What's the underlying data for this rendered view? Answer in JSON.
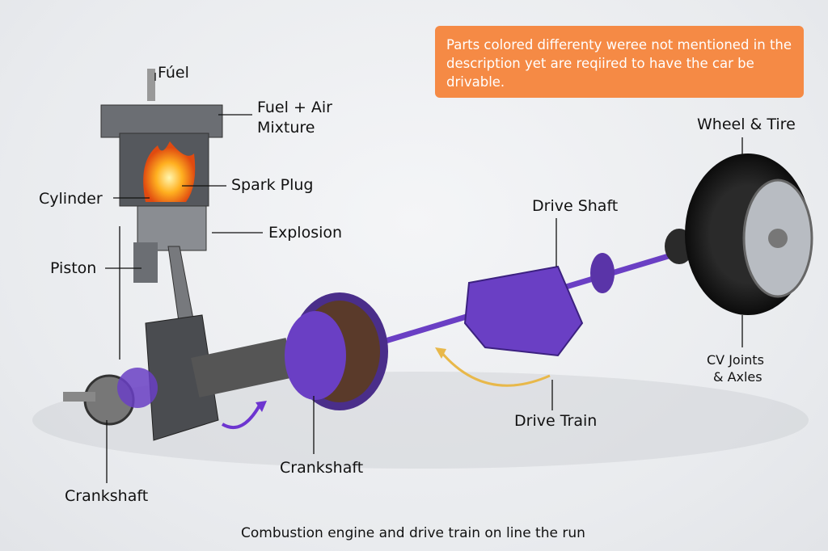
{
  "note": "Parts colored differenty weree not mentioned in the description yet are reqiired to have the car be drivable.",
  "labels": {
    "fuel": "Fúel",
    "fuel_air_1": "Fuel + Air",
    "fuel_air_2": "Mixture",
    "spark_plug": "Spark Plug",
    "cylinder": "Cylinder",
    "explosion": "Explosion",
    "piston": "Piston",
    "crankshaft_left": "Crankshaft",
    "crankshaft_mid": "Crankshaft",
    "drive_shaft": "Drive Shaft",
    "drive_train": "Drive Train",
    "wheel_tire": "Wheel & Tire",
    "cv_1": "CV Joints",
    "cv_2": "& Axles"
  },
  "caption": "Combustion engine and drive train on line the run",
  "colors": {
    "note_bg": "#f58a45",
    "highlight_part": "#6a3fc4",
    "arrow_purple": "#6d35d0",
    "arrow_gold": "#e8b84a"
  }
}
